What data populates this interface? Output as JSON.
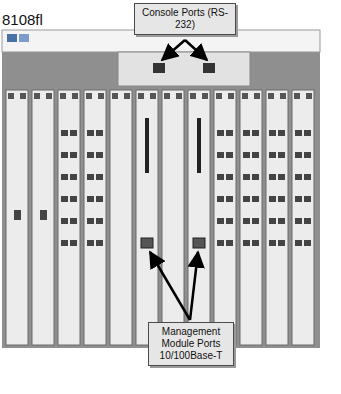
{
  "diagram": {
    "nodes": [
      {
        "text": [
          "Console Ports (RS-232)"
        ]
      },
      {
        "text": [
          "Management Module Ports 10/100Base-T"
        ]
      }
    ],
    "labels": [
      "8108fl"
    ]
  }
}
